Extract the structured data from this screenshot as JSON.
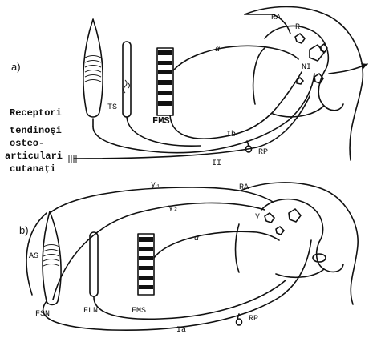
{
  "panels": {
    "a": "a)",
    "b": "b)"
  },
  "labels_a": {
    "ra": "RA",
    "r": "R",
    "ni": "NI",
    "alpha": "α",
    "ts": "TS",
    "fms": "FMS",
    "ib": "Ib",
    "ii": "II",
    "rp": "RP"
  },
  "receptors": [
    "Receptori",
    "tendinoşi",
    "osteo-",
    "articulari",
    "cutanaţi"
  ],
  "labels_b": {
    "gamma1": "γ₁",
    "gamma2": "γ₂",
    "ra": "RA",
    "gamma": "γ",
    "alpha": "α",
    "as": "AS",
    "fsn": "FSN",
    "fln": "FLN",
    "fms": "FMS",
    "ia": "Ia",
    "rp": "RP"
  }
}
